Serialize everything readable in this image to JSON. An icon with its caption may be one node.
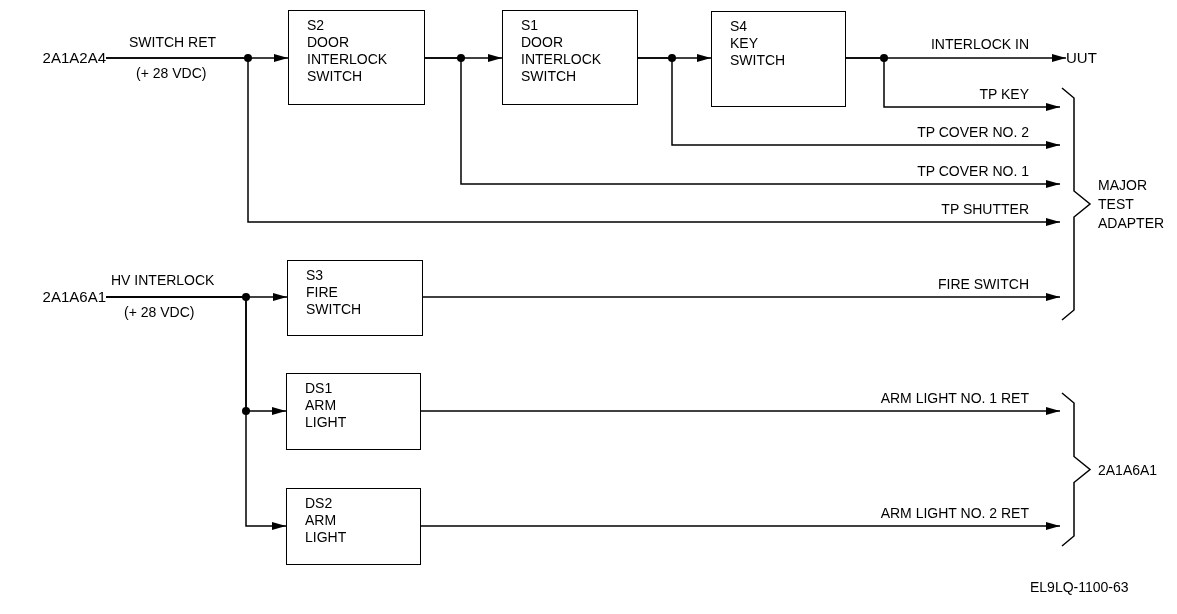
{
  "diagram": {
    "nodes": [
      {
        "text": [
          "2A1A2A4"
        ]
      },
      {
        "text": [
          "S2",
          "DOOR INTERLOCK SWITCH"
        ]
      },
      {
        "text": [
          "S1",
          "DOOR INTERLOCK SWITCH"
        ]
      },
      {
        "text": [
          "S4",
          "KEY SWITCH"
        ]
      },
      {
        "text": [
          "UUT"
        ]
      },
      {
        "text": [
          "2A1A6A1"
        ]
      },
      {
        "text": [
          "S3",
          "FIRE SWITCH"
        ]
      },
      {
        "text": [
          "DS1",
          "ARM LIGHT"
        ]
      },
      {
        "text": [
          "DS2",
          "ARM LIGHT"
        ]
      },
      {
        "text": [
          "MAJOR TEST ADAPTER"
        ]
      },
      {
        "text": [
          "2A1A6A1"
        ]
      }
    ],
    "edges": [
      {
        "from": 0,
        "to": 1,
        "arrow": "to",
        "label": "SWITCH RET"
      },
      {
        "from": 0,
        "to": 9,
        "arrow": "to",
        "label": "TP SHUTTER"
      },
      {
        "from": 1,
        "to": 2,
        "arrow": "to"
      },
      {
        "from": 1,
        "to": 9,
        "arrow": "to",
        "label": "TP COVER NO. 1"
      },
      {
        "from": 2,
        "to": 3,
        "arrow": "to"
      },
      {
        "from": 2,
        "to": 9,
        "arrow": "to",
        "label": "TP COVER NO. 2"
      },
      {
        "from": 3,
        "to": 4,
        "arrow": "to",
        "label": "INTERLOCK IN"
      },
      {
        "from": 3,
        "to": 9,
        "arrow": "to",
        "label": "TP KEY"
      },
      {
        "from": 5,
        "to": 6,
        "arrow": "to",
        "label": "HV INTERLOCK"
      },
      {
        "from": 5,
        "to": 7,
        "arrow": "to"
      },
      {
        "from": 5,
        "to": 8,
        "arrow": "to"
      },
      {
        "from": 6,
        "to": 9,
        "arrow": "to",
        "label": "FIRE SWITCH"
      },
      {
        "from": 7,
        "to": 10,
        "arrow": "to",
        "label": "ARM LIGHT NO. 1 RET"
      },
      {
        "from": 8,
        "to": 10,
        "arrow": "to",
        "label": "ARM LIGHT NO. 2 RET"
      }
    ],
    "labels": [
      "(+ 28 VDC)",
      "(+ 28 VDC)",
      "EL9LQ-1100-63"
    ]
  }
}
